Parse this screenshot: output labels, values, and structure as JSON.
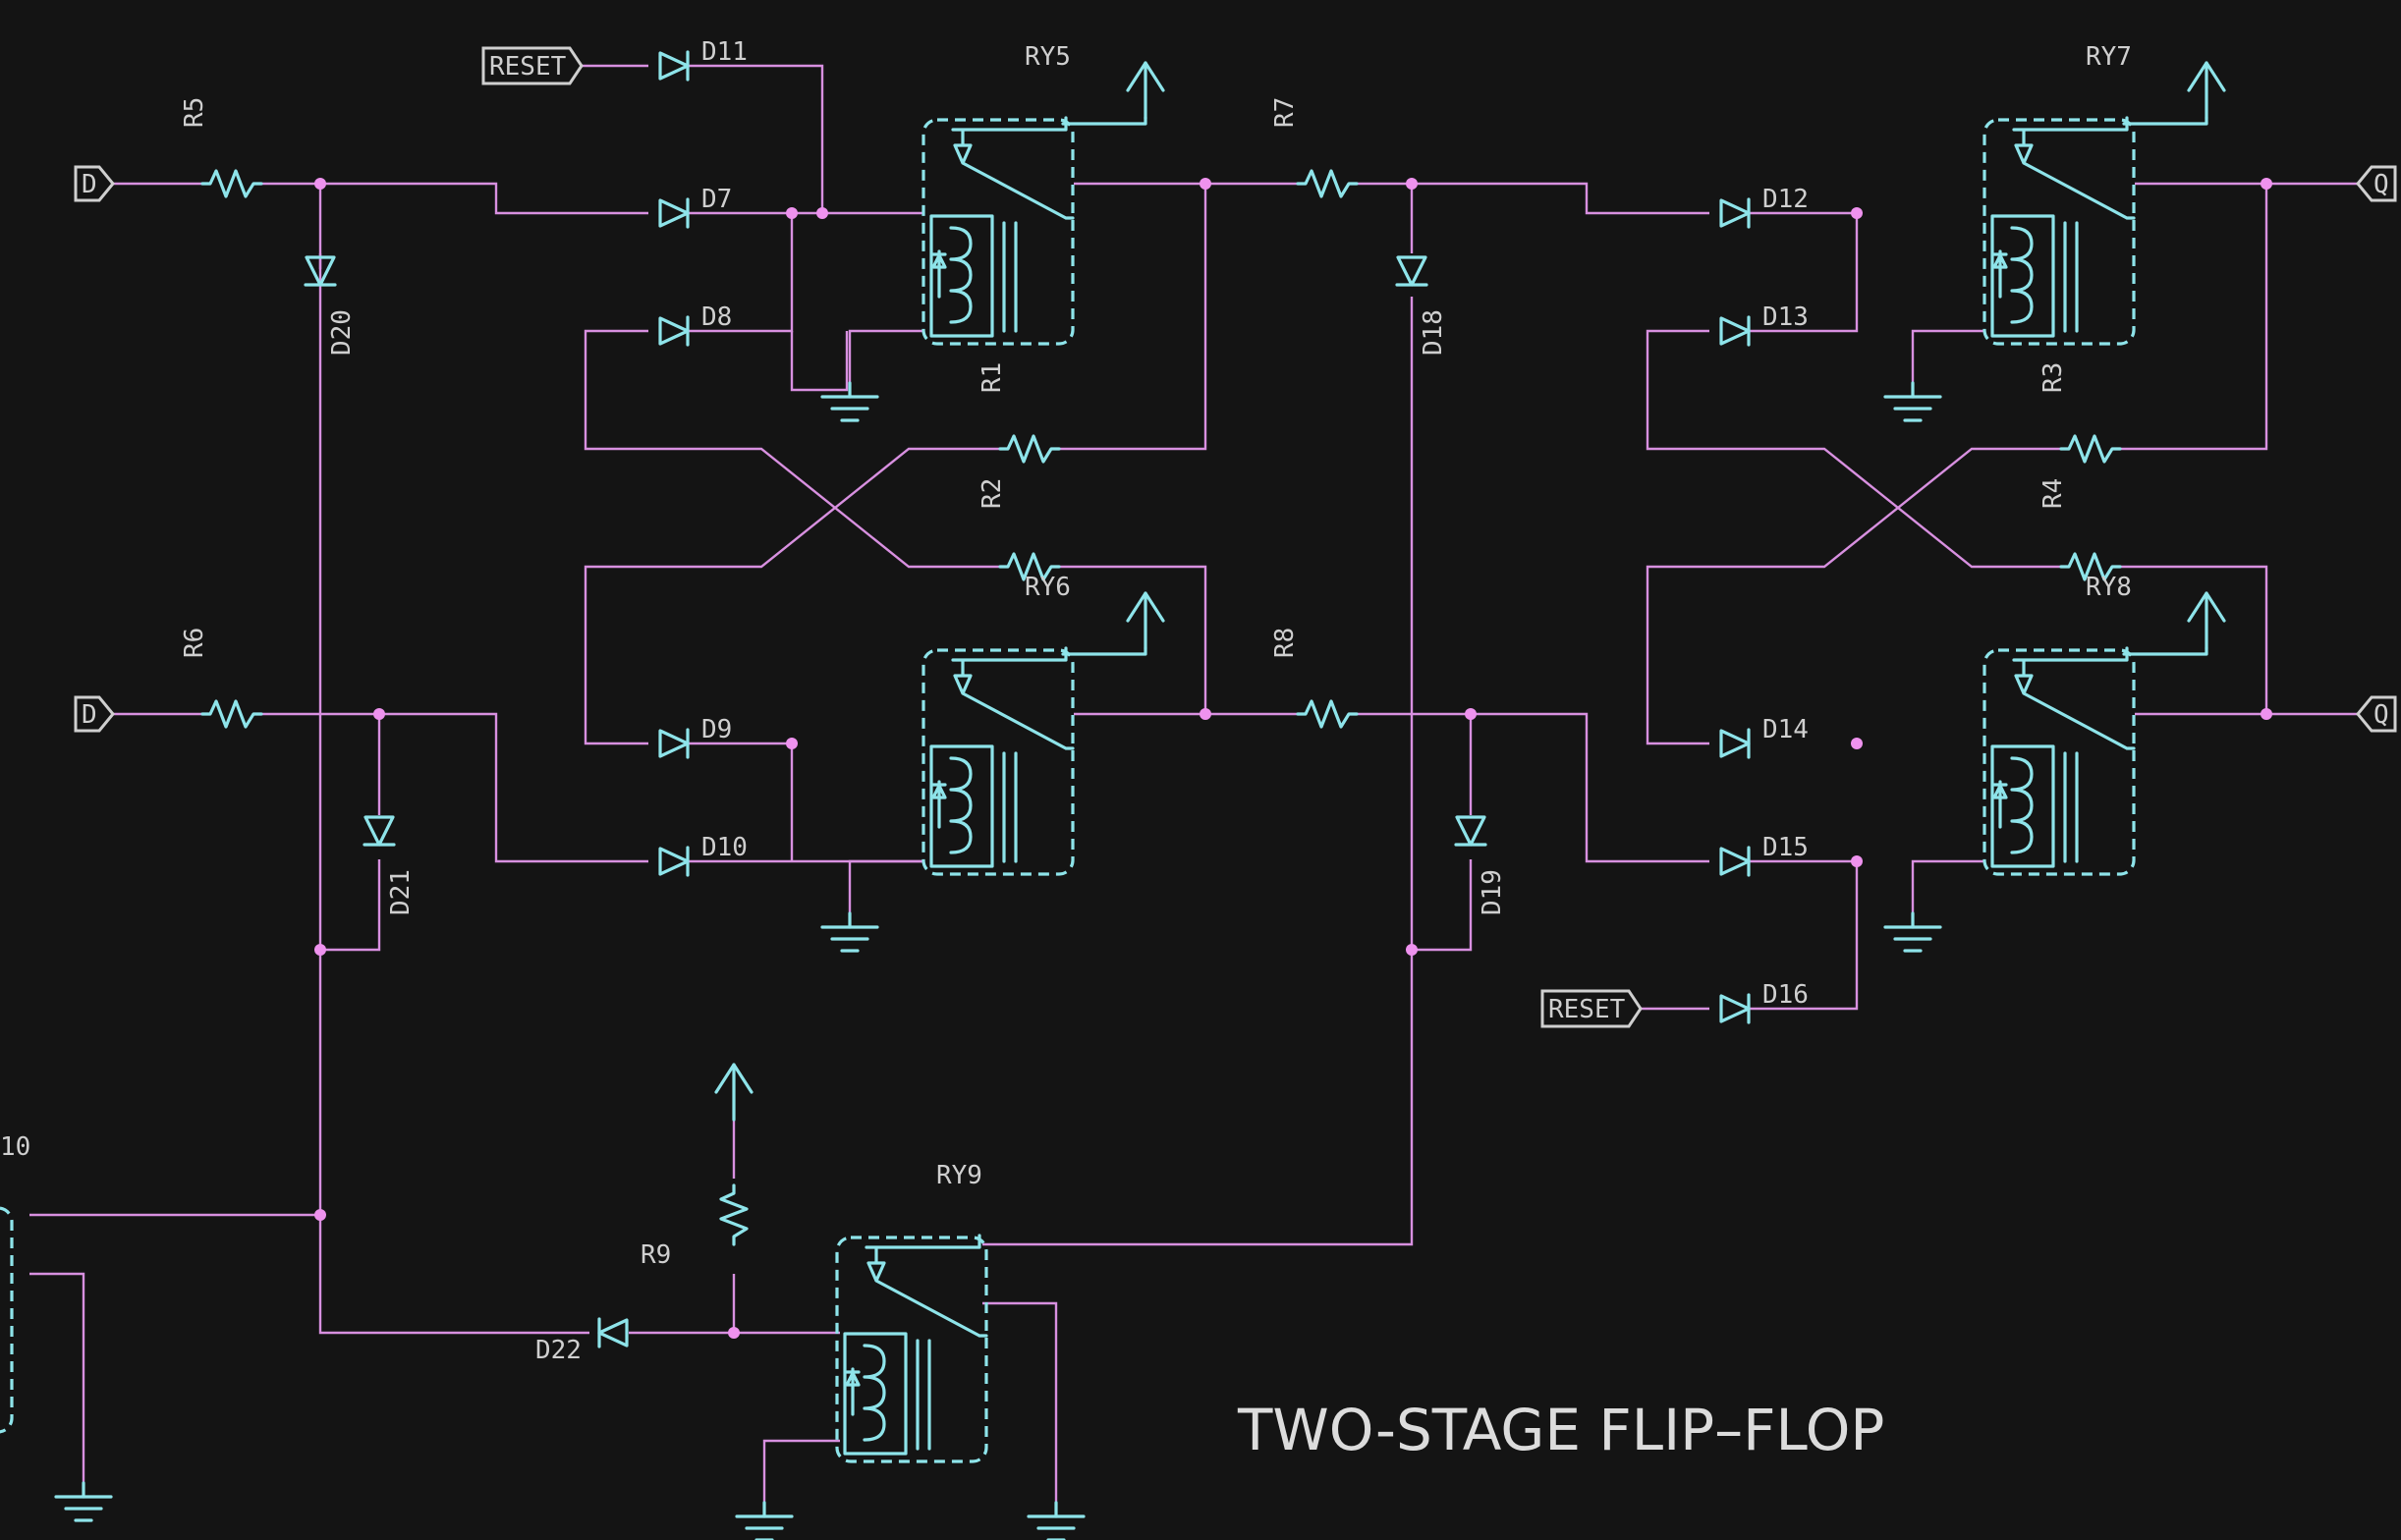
{
  "title": "TWO-STAGE FLIP–FLOP",
  "ports": {
    "d_top": "D",
    "d_bottom": "D",
    "q_top": "Q",
    "q_bottom": "Q",
    "reset_top": "RESET",
    "reset_bottom": "RESET"
  },
  "relays": {
    "ry5": "RY5",
    "ry6": "RY6",
    "ry7": "RY7",
    "ry8": "RY8",
    "ry9": "RY9",
    "ry10_partial": "10"
  },
  "resistors": {
    "r1": "R1",
    "r2": "R2",
    "r3": "R3",
    "r4": "R4",
    "r5": "R5",
    "r6": "R6",
    "r7": "R7",
    "r8": "R8",
    "r9": "R9"
  },
  "diodes": {
    "d7": "D7",
    "d8": "D8",
    "d9": "D9",
    "d10": "D10",
    "d11": "D11",
    "d12": "D12",
    "d13": "D13",
    "d14": "D14",
    "d15": "D15",
    "d16": "D16",
    "d18": "D18",
    "d19": "D19",
    "d20": "D20",
    "d21": "D21",
    "d22": "D22"
  },
  "colors": {
    "background": "#141414",
    "wire": "#d890e0",
    "component": "#8ee4ea",
    "label": "#cfcfcf"
  }
}
